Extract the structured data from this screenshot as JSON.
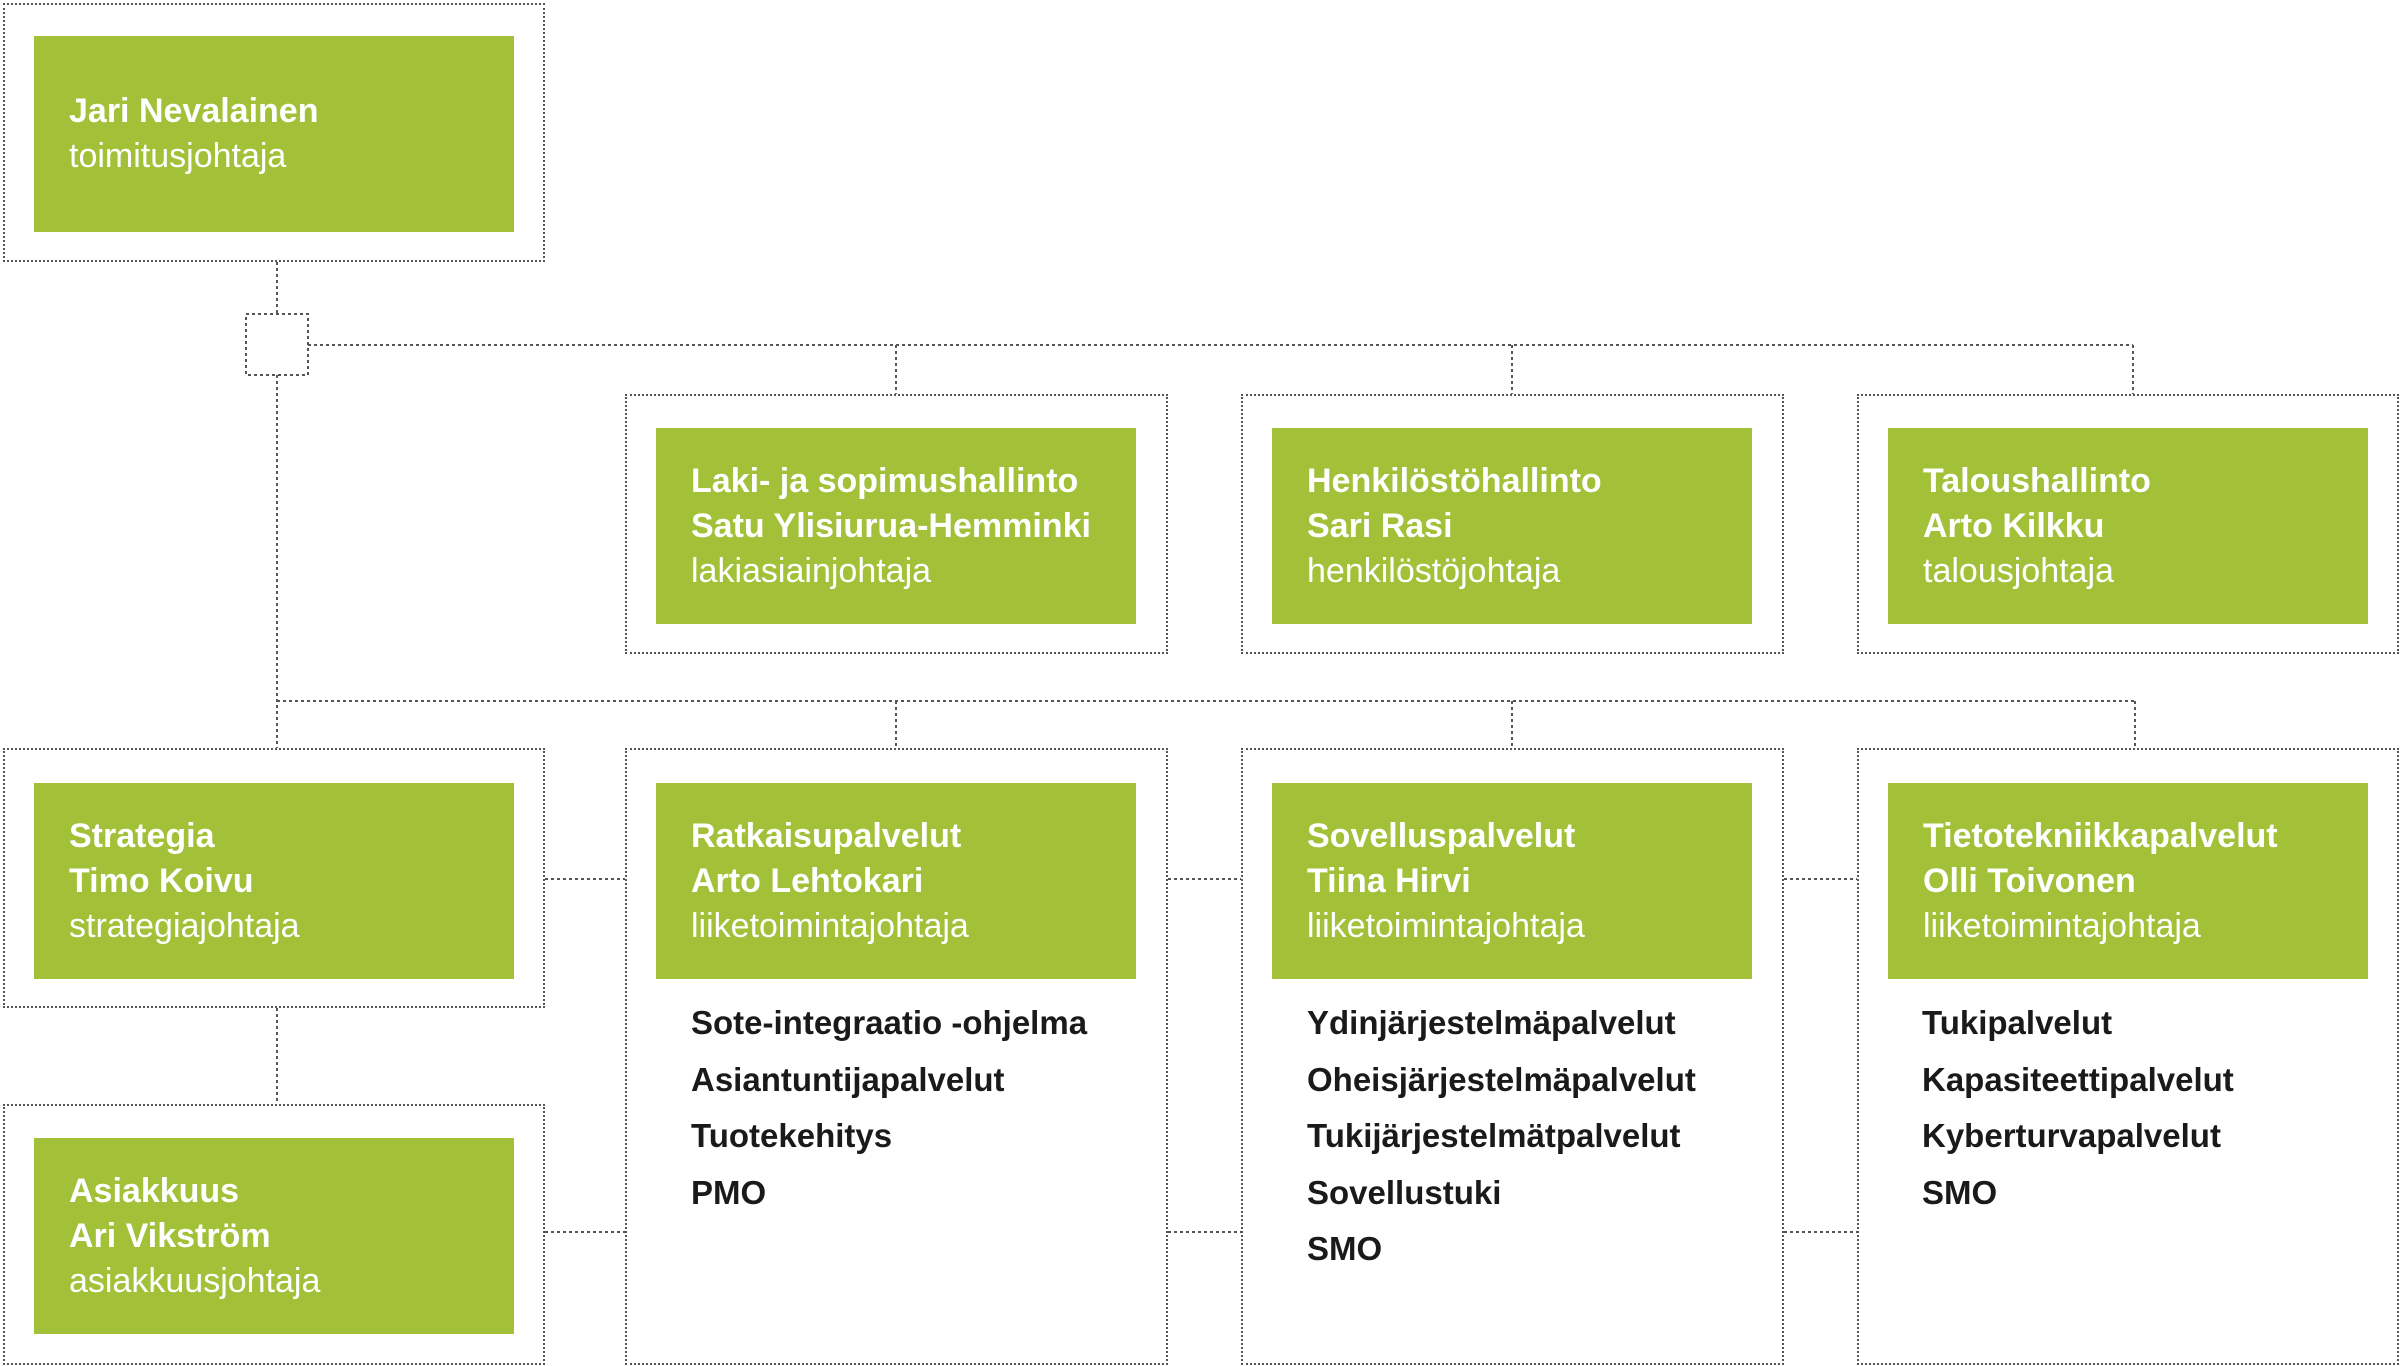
{
  "ceo": {
    "name": "Jari Nevalainen",
    "role": "toimitusjohtaja"
  },
  "staff": [
    {
      "unit": "Laki- ja sopimushallinto",
      "name": "Satu Ylisiurua-Hemminki",
      "role": "lakiasiainjohtaja"
    },
    {
      "unit": "Henkilöstöhallinto",
      "name": "Sari Rasi",
      "role": "henkilöstöjohtaja"
    },
    {
      "unit": "Taloushallinto",
      "name": "Arto Kilkku",
      "role": "talousjohtaja"
    }
  ],
  "strategy": {
    "unit": "Strategia",
    "name": "Timo Koivu",
    "role": "strategiajohtaja"
  },
  "customer": {
    "unit": "Asiakkuus",
    "name": "Ari Vikström",
    "role": "asiakkuusjohtaja"
  },
  "business_units": [
    {
      "unit": "Ratkaisupalvelut",
      "name": "Arto Lehtokari",
      "role": "liiketoimintajohtaja",
      "items": [
        "Sote-integraatio -ohjelma",
        "Asiantuntijapalvelut",
        "Tuotekehitys",
        "PMO"
      ]
    },
    {
      "unit": "Sovelluspalvelut",
      "name": "Tiina Hirvi",
      "role": "liiketoimintajohtaja",
      "items": [
        "Ydinjärjestelmäpalvelut",
        "Oheisjärjestelmäpalvelut",
        "Tukijärjestelmätpalvelut",
        "Sovellustuki",
        "SMO"
      ]
    },
    {
      "unit": "Tietotekniikkapalvelut",
      "name": "Olli Toivonen",
      "role": "liiketoimintajohtaja",
      "items": [
        "Tukipalvelut",
        "Kapasiteettipalvelut",
        "Kyberturvapalvelut",
        "SMO"
      ]
    }
  ],
  "colors": {
    "box_green": "#a2c139",
    "connector": "#555555"
  }
}
